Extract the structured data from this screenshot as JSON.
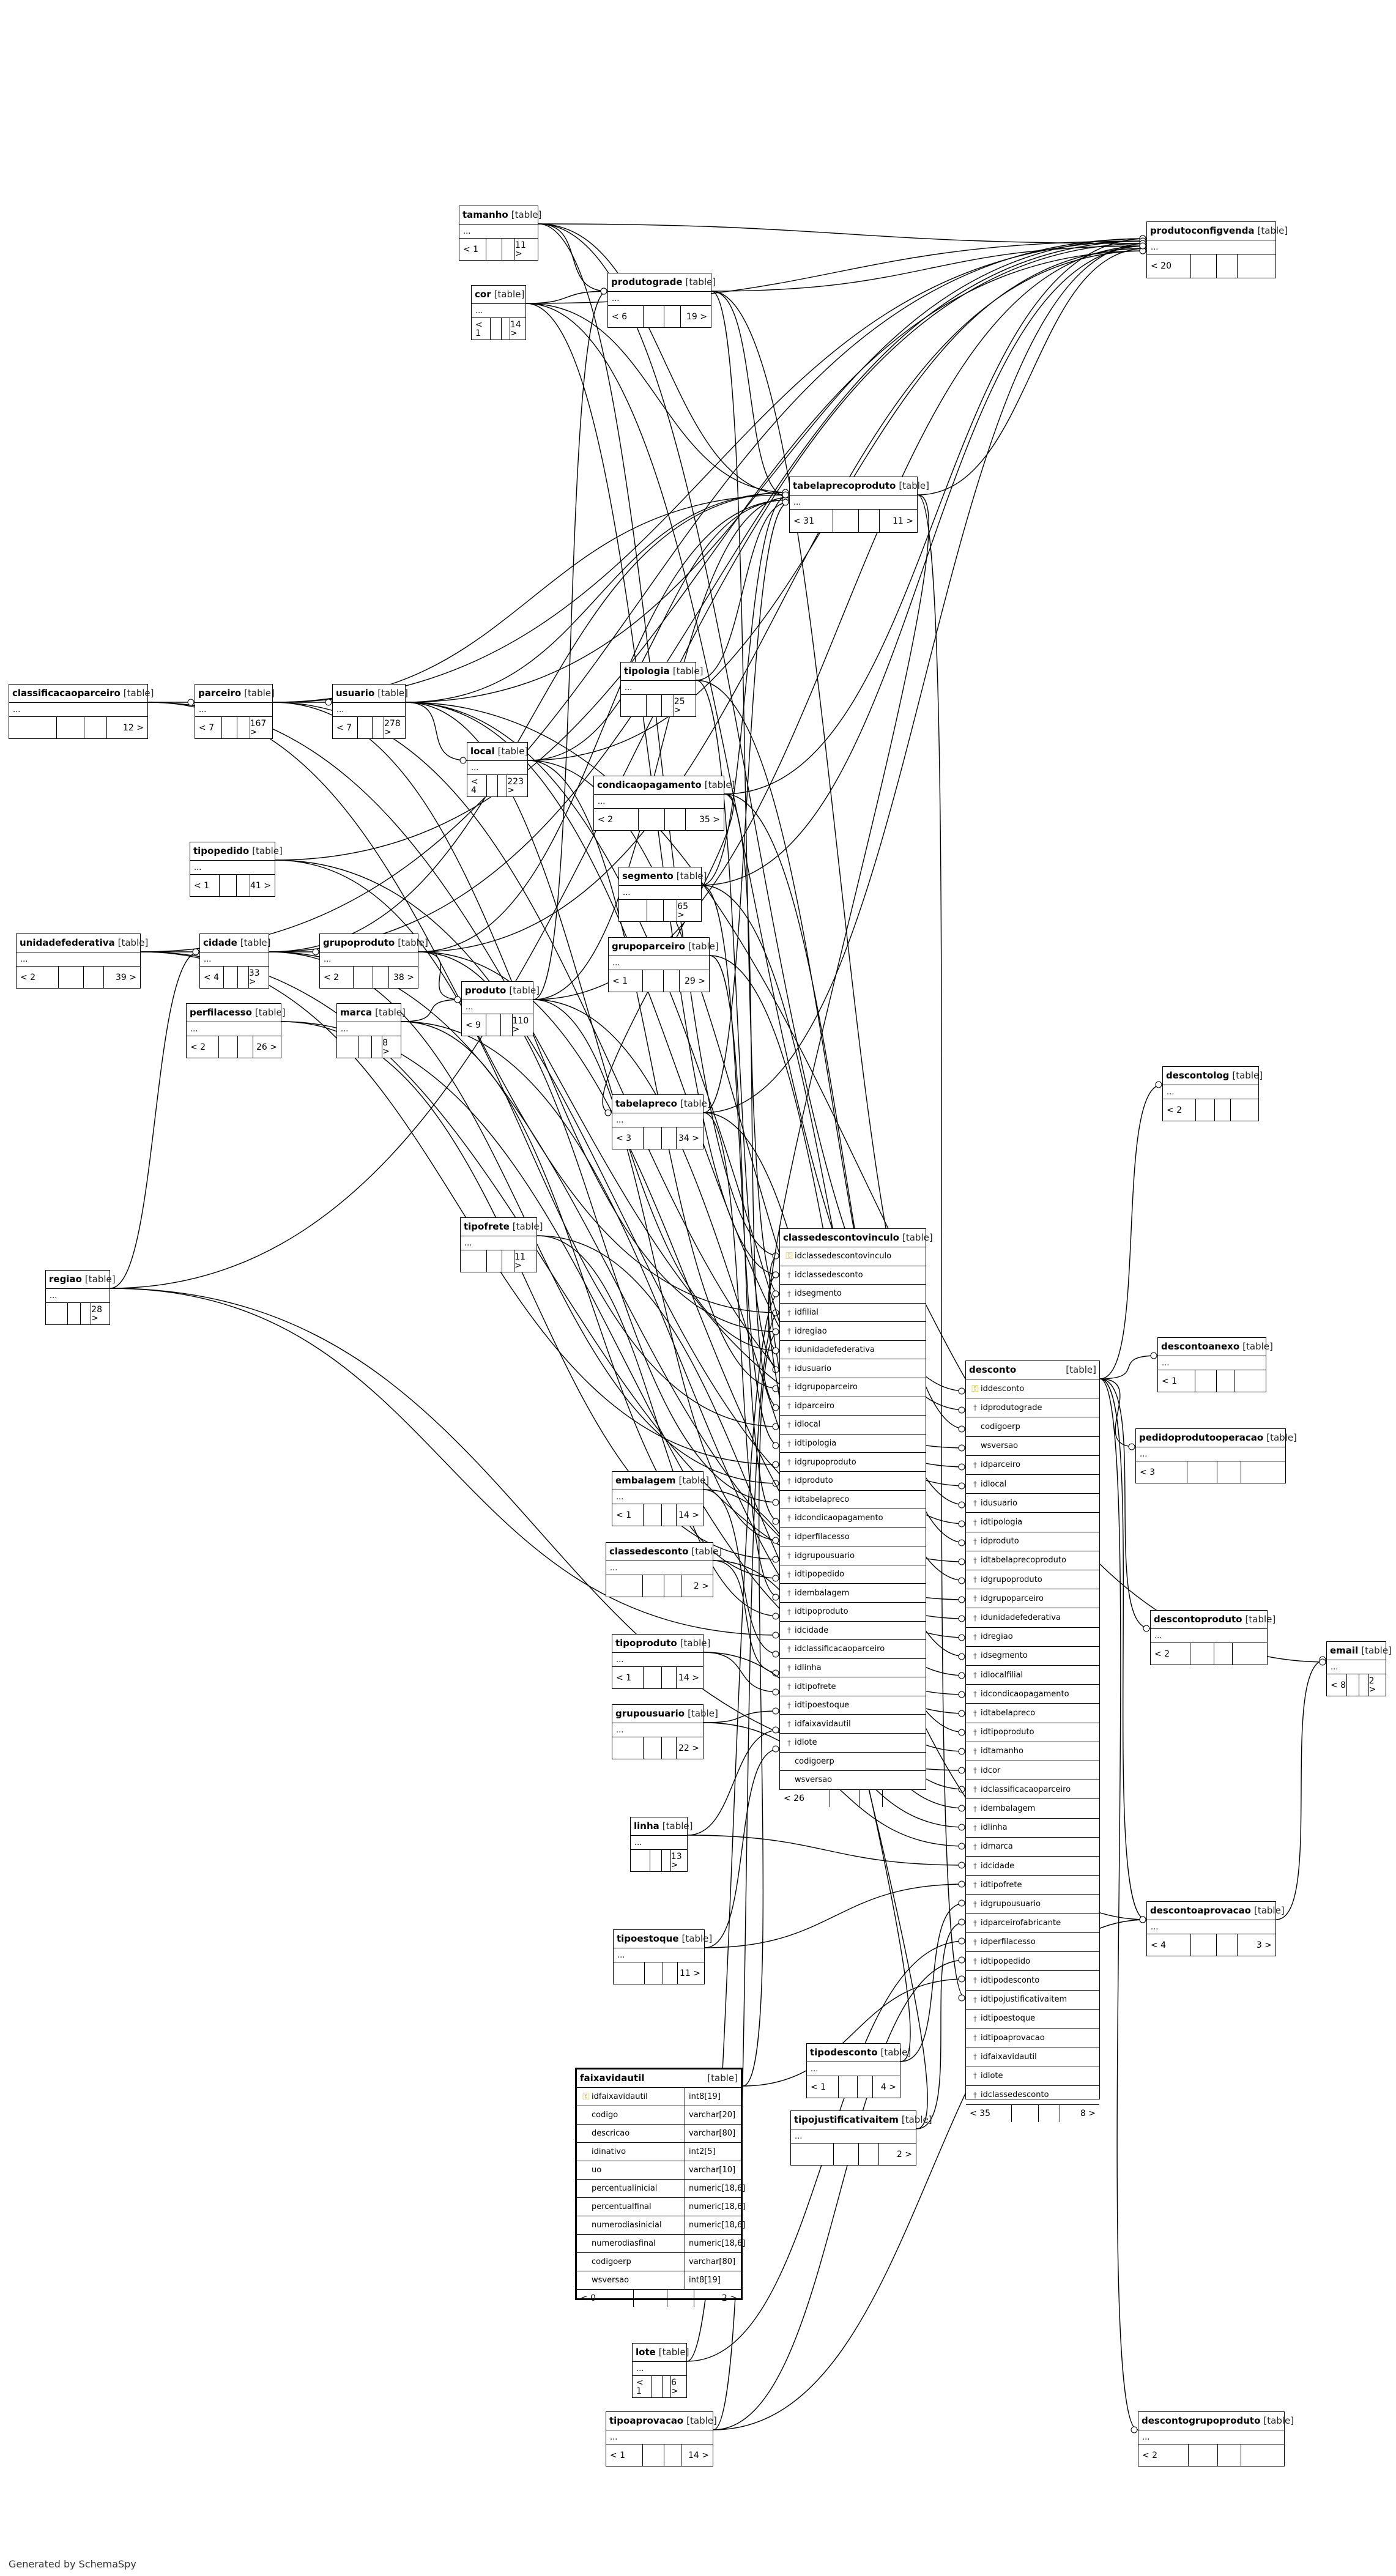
{
  "footer": "Generated by SchemaSpy",
  "tables": [
    {
      "id": "produtoconfigvenda",
      "name": "produtoconfigvenda",
      "label": "[table]",
      "left": "< 20",
      "right": ""
    },
    {
      "id": "tamanho",
      "name": "tamanho",
      "label": "[table]",
      "left": "< 1",
      "right": "11 >"
    },
    {
      "id": "cor",
      "name": "cor",
      "label": "[table]",
      "left": "< 1",
      "right": "14 >"
    },
    {
      "id": "produtograde",
      "name": "produtograde",
      "label": "[table]",
      "left": "< 6",
      "right": "19 >"
    },
    {
      "id": "tabelaprecoproduto",
      "name": "tabelaprecoproduto",
      "label": "[table]",
      "left": "< 31",
      "right": "11 >"
    },
    {
      "id": "classificacaoparceiro",
      "name": "classificacaoparceiro",
      "label": "[table]",
      "left": "",
      "right": "12 >"
    },
    {
      "id": "parceiro",
      "name": "parceiro",
      "label": "[table]",
      "left": "< 7",
      "right": "167 >"
    },
    {
      "id": "usuario",
      "name": "usuario",
      "label": "[table]",
      "left": "< 7",
      "right": "278 >"
    },
    {
      "id": "tipologia",
      "name": "tipologia",
      "label": "[table]",
      "left": "",
      "right": "25 >"
    },
    {
      "id": "local",
      "name": "local",
      "label": "[table]",
      "left": "< 4",
      "right": "223 >"
    },
    {
      "id": "condicaopagamento",
      "name": "condicaopagamento",
      "label": "[table]",
      "left": "< 2",
      "right": "35 >"
    },
    {
      "id": "tipopedido",
      "name": "tipopedido",
      "label": "[table]",
      "left": "< 1",
      "right": "41 >"
    },
    {
      "id": "segmento",
      "name": "segmento",
      "label": "[table]",
      "left": "",
      "right": "65 >"
    },
    {
      "id": "unidadefederativa",
      "name": "unidadefederativa",
      "label": "[table]",
      "left": "< 2",
      "right": "39 >"
    },
    {
      "id": "cidade",
      "name": "cidade",
      "label": "[table]",
      "left": "< 4",
      "right": "33 >"
    },
    {
      "id": "grupoproduto",
      "name": "grupoproduto",
      "label": "[table]",
      "left": "< 2",
      "right": "38 >"
    },
    {
      "id": "grupoparceiro",
      "name": "grupoparceiro",
      "label": "[table]",
      "left": "< 1",
      "right": "29 >"
    },
    {
      "id": "produto",
      "name": "produto",
      "label": "[table]",
      "left": "< 9",
      "right": "110 >"
    },
    {
      "id": "perfilacesso",
      "name": "perfilacesso",
      "label": "[table]",
      "left": "< 2",
      "right": "26 >"
    },
    {
      "id": "marca",
      "name": "marca",
      "label": "[table]",
      "left": "",
      "right": "8 >"
    },
    {
      "id": "descontolog",
      "name": "descontolog",
      "label": "[table]",
      "left": "< 2",
      "right": ""
    },
    {
      "id": "tabelapreco",
      "name": "tabelapreco",
      "label": "[table]",
      "left": "< 3",
      "right": "34 >"
    },
    {
      "id": "tipofrete",
      "name": "tipofrete",
      "label": "[table]",
      "left": "",
      "right": "11 >"
    },
    {
      "id": "regiao",
      "name": "regiao",
      "label": "[table]",
      "left": "",
      "right": "28 >"
    },
    {
      "id": "descontoanexo",
      "name": "descontoanexo",
      "label": "[table]",
      "left": "< 1",
      "right": ""
    },
    {
      "id": "pedidoprodutooperacao",
      "name": "pedidoprodutooperacao",
      "label": "[table]",
      "left": "< 3",
      "right": ""
    },
    {
      "id": "embalagem",
      "name": "embalagem",
      "label": "[table]",
      "left": "< 1",
      "right": "14 >"
    },
    {
      "id": "classedesconto",
      "name": "classedesconto",
      "label": "[table]",
      "left": "",
      "right": "2 >"
    },
    {
      "id": "descontoproduto",
      "name": "descontoproduto",
      "label": "[table]",
      "left": "< 2",
      "right": ""
    },
    {
      "id": "email",
      "name": "email",
      "label": "[table]",
      "left": "< 8",
      "right": "2 >"
    },
    {
      "id": "tipoproduto",
      "name": "tipoproduto",
      "label": "[table]",
      "left": "< 1",
      "right": "14 >"
    },
    {
      "id": "grupousuario",
      "name": "grupousuario",
      "label": "[table]",
      "left": "",
      "right": "22 >"
    },
    {
      "id": "linha",
      "name": "linha",
      "label": "[table]",
      "left": "",
      "right": "13 >"
    },
    {
      "id": "tipoestoque",
      "name": "tipoestoque",
      "label": "[table]",
      "left": "",
      "right": "11 >"
    },
    {
      "id": "descontoaprovacao",
      "name": "descontoaprovacao",
      "label": "[table]",
      "left": "< 4",
      "right": "3 >"
    },
    {
      "id": "tipodesconto",
      "name": "tipodesconto",
      "label": "[table]",
      "left": "< 1",
      "right": "4 >"
    },
    {
      "id": "tipojustificativaitem",
      "name": "tipojustificativaitem",
      "label": "[table]",
      "left": "",
      "right": "2 >"
    },
    {
      "id": "lote",
      "name": "lote",
      "label": "[table]",
      "left": "< 1",
      "right": "6 >"
    },
    {
      "id": "tipoaprovacao",
      "name": "tipoaprovacao",
      "label": "[table]",
      "left": "< 1",
      "right": "14 >"
    },
    {
      "id": "descontogrupoproduto",
      "name": "descontogrupoproduto",
      "label": "[table]",
      "left": "< 2",
      "right": ""
    }
  ],
  "classedescontovinculo": {
    "name": "classedescontovinculo",
    "label": "[table]",
    "left": "< 26",
    "right": "",
    "columns": [
      {
        "name": "idclassedescontovinculo",
        "key": "pk"
      },
      {
        "name": "idclassedesconto",
        "key": "fk"
      },
      {
        "name": "idsegmento",
        "key": "fk"
      },
      {
        "name": "idfilial",
        "key": "fk"
      },
      {
        "name": "idregiao",
        "key": "fk"
      },
      {
        "name": "idunidadefederativa",
        "key": "fk"
      },
      {
        "name": "idusuario",
        "key": "fk"
      },
      {
        "name": "idgrupoparceiro",
        "key": "fk"
      },
      {
        "name": "idparceiro",
        "key": "fk"
      },
      {
        "name": "idlocal",
        "key": "fk"
      },
      {
        "name": "idtipologia",
        "key": "fk"
      },
      {
        "name": "idgrupoproduto",
        "key": "fk"
      },
      {
        "name": "idproduto",
        "key": "fk"
      },
      {
        "name": "idtabelapreco",
        "key": "fk"
      },
      {
        "name": "idcondicaopagamento",
        "key": "fk"
      },
      {
        "name": "idperfilacesso",
        "key": "fk"
      },
      {
        "name": "idgrupousuario",
        "key": "fk"
      },
      {
        "name": "idtipopedido",
        "key": "fk"
      },
      {
        "name": "idembalagem",
        "key": "fk"
      },
      {
        "name": "idtipoproduto",
        "key": "fk"
      },
      {
        "name": "idcidade",
        "key": "fk"
      },
      {
        "name": "idclassificacaoparceiro",
        "key": "fk"
      },
      {
        "name": "idlinha",
        "key": "fk"
      },
      {
        "name": "idtipofrete",
        "key": "fk"
      },
      {
        "name": "idtipoestoque",
        "key": "fk"
      },
      {
        "name": "idfaixavidautil",
        "key": "fk"
      },
      {
        "name": "idlote",
        "key": "fk"
      },
      {
        "name": "codigoerp",
        "key": ""
      },
      {
        "name": "wsversao",
        "key": ""
      }
    ]
  },
  "desconto": {
    "name": "desconto",
    "label": "[table]",
    "left": "< 35",
    "right": "8 >",
    "columns": [
      {
        "name": "iddesconto",
        "key": "pk"
      },
      {
        "name": "idprodutograde",
        "key": "fk"
      },
      {
        "name": "codigoerp",
        "key": ""
      },
      {
        "name": "wsversao",
        "key": ""
      },
      {
        "name": "idparceiro",
        "key": "fk"
      },
      {
        "name": "idlocal",
        "key": "fk"
      },
      {
        "name": "idusuario",
        "key": "fk"
      },
      {
        "name": "idtipologia",
        "key": "fk"
      },
      {
        "name": "idproduto",
        "key": "fk"
      },
      {
        "name": "idtabelaprecoproduto",
        "key": "fk"
      },
      {
        "name": "idgrupoproduto",
        "key": "fk"
      },
      {
        "name": "idgrupoparceiro",
        "key": "fk"
      },
      {
        "name": "idunidadefederativa",
        "key": "fk"
      },
      {
        "name": "idregiao",
        "key": "fk"
      },
      {
        "name": "idsegmento",
        "key": "fk"
      },
      {
        "name": "idlocalfilial",
        "key": "fk"
      },
      {
        "name": "idcondicaopagamento",
        "key": "fk"
      },
      {
        "name": "idtabelapreco",
        "key": "fk"
      },
      {
        "name": "idtipoproduto",
        "key": "fk"
      },
      {
        "name": "idtamanho",
        "key": "fk"
      },
      {
        "name": "idcor",
        "key": "fk"
      },
      {
        "name": "idclassificacaoparceiro",
        "key": "fk"
      },
      {
        "name": "idembalagem",
        "key": "fk"
      },
      {
        "name": "idlinha",
        "key": "fk"
      },
      {
        "name": "idmarca",
        "key": "fk"
      },
      {
        "name": "idcidade",
        "key": "fk"
      },
      {
        "name": "idtipofrete",
        "key": "fk"
      },
      {
        "name": "idgrupousuario",
        "key": "fk"
      },
      {
        "name": "idparceirofabricante",
        "key": "fk"
      },
      {
        "name": "idperfilacesso",
        "key": "fk"
      },
      {
        "name": "idtipopedido",
        "key": "fk"
      },
      {
        "name": "idtipodesconto",
        "key": "fk"
      },
      {
        "name": "idtipojustificativaitem",
        "key": "fk"
      },
      {
        "name": "idtipoestoque",
        "key": "fk"
      },
      {
        "name": "idtipoaprovacao",
        "key": "fk"
      },
      {
        "name": "idfaixavidautil",
        "key": "fk"
      },
      {
        "name": "idlote",
        "key": "fk"
      },
      {
        "name": "idclassedesconto",
        "key": "fk"
      }
    ]
  },
  "faixavidautil": {
    "name": "faixavidautil",
    "label": "[table]",
    "left": "< 0",
    "right": "2 >",
    "columns": [
      {
        "name": "idfaixavidautil",
        "type": "int8[19]",
        "key": "pk"
      },
      {
        "name": "codigo",
        "type": "varchar[20]",
        "key": ""
      },
      {
        "name": "descricao",
        "type": "varchar[80]",
        "key": ""
      },
      {
        "name": "idinativo",
        "type": "int2[5]",
        "key": ""
      },
      {
        "name": "uo",
        "type": "varchar[10]",
        "key": ""
      },
      {
        "name": "percentualinicial",
        "type": "numeric[18,6]",
        "key": ""
      },
      {
        "name": "percentualfinal",
        "type": "numeric[18,6]",
        "key": ""
      },
      {
        "name": "numerodiasinicial",
        "type": "numeric[18,6]",
        "key": ""
      },
      {
        "name": "numerodiasfinal",
        "type": "numeric[18,6]",
        "key": ""
      },
      {
        "name": "codigoerp",
        "type": "varchar[80]",
        "key": ""
      },
      {
        "name": "wsversao",
        "type": "int8[19]",
        "key": ""
      }
    ]
  }
}
